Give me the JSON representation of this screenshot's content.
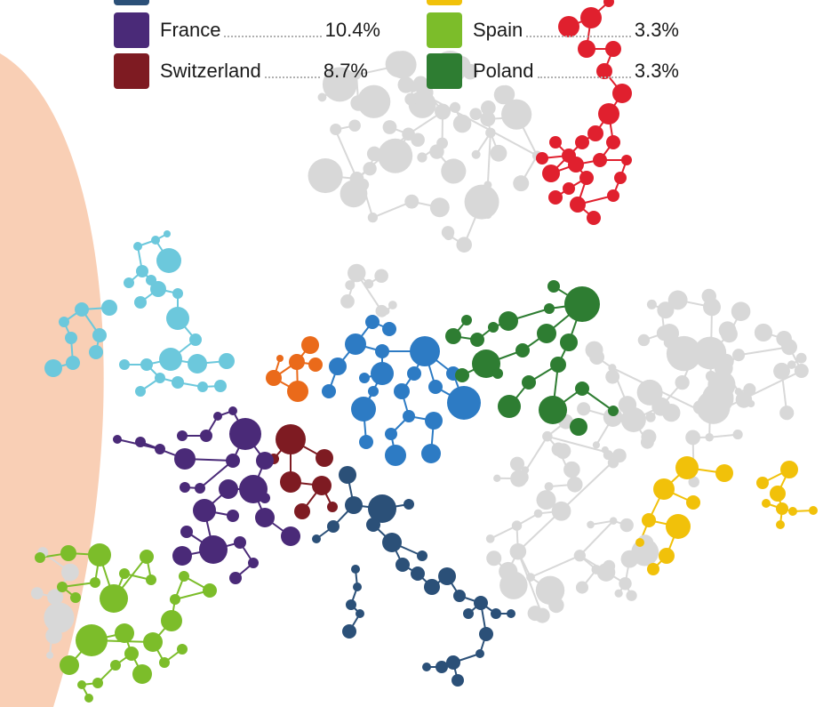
{
  "legend": [
    {
      "name": "France",
      "value": "10.4%",
      "color": "#4a2a78"
    },
    {
      "name": "Switzerland",
      "value": "8.7%",
      "color": "#7e1b22"
    },
    {
      "name": "Spain",
      "value": "3.3%",
      "color": "#7cbd2a"
    },
    {
      "name": "Poland",
      "value": "3.3%",
      "color": "#2e7d32"
    }
  ],
  "colors": {
    "blob": "#f9cfb5",
    "gray": "#d8d8d8",
    "red": "#e0202e",
    "cyan": "#6cc8dc",
    "orange": "#ea6a1a",
    "blue": "#2d7bc4",
    "navy": "#2b5078",
    "purple": "#4a2a78",
    "maroon": "#7e1b22",
    "green": "#2e7d32",
    "lime": "#7cbd2a",
    "yellow": "#f1c10a",
    "topleft_swatch": "#2b5078",
    "topright_swatch": "#f1c10a"
  }
}
